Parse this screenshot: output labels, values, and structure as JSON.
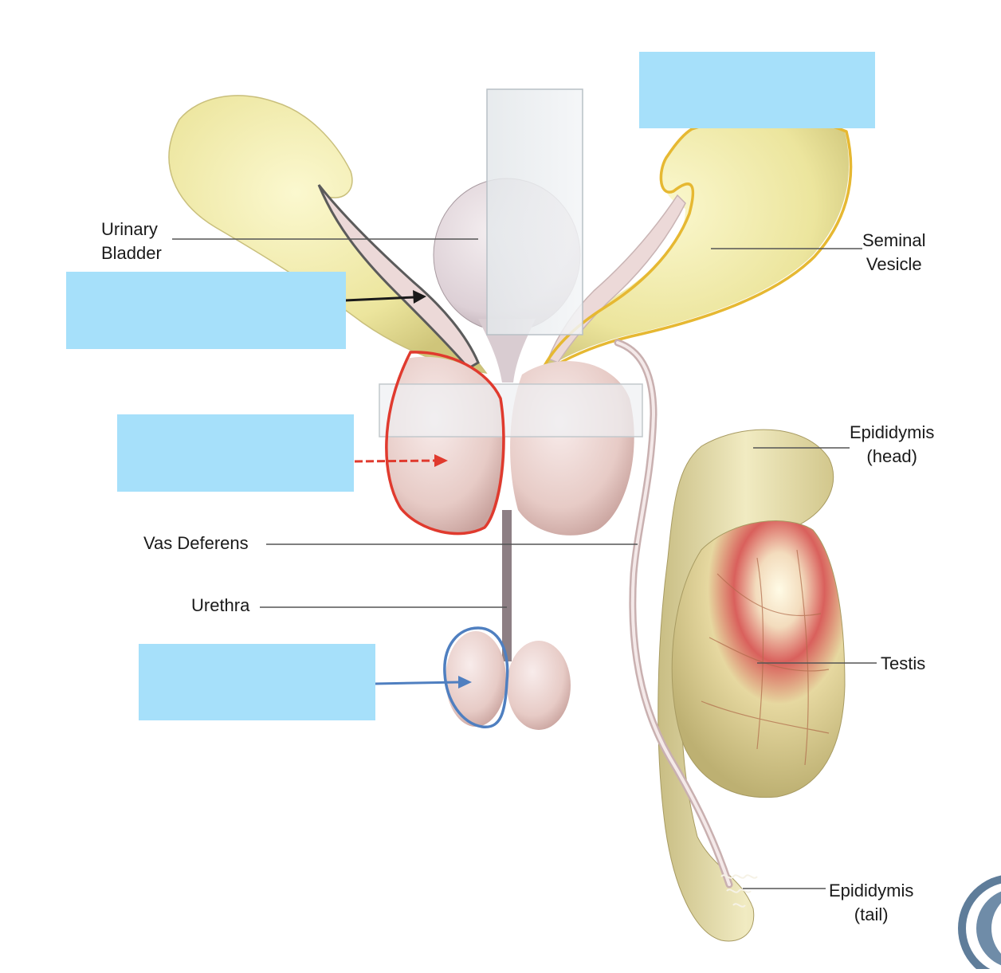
{
  "labels": {
    "urinary_bladder": "Urinary\nBladder",
    "seminal_vesicle": "Seminal\nVesicle",
    "epididymis_head": "Epididymis\n(head)",
    "vas_deferens": "Vas Deferens",
    "urethra": "Urethra",
    "testis": "Testis",
    "epididymis_tail": "Epididymis\n(tail)"
  },
  "blank_boxes": [
    {
      "id": "blank-box-top-right",
      "text": ""
    },
    {
      "id": "blank-box-ejaculatory-duct",
      "text": ""
    },
    {
      "id": "blank-box-prostate",
      "text": ""
    },
    {
      "id": "blank-box-bulbourethral",
      "text": ""
    }
  ],
  "colors": {
    "blank_box": "#a6e0fa",
    "seminal_vesicle_outline": "#e6b832",
    "prostate_outline": "#e03a2e",
    "bulbourethral_outline": "#4f7fc0",
    "ejaculatory_arrow": "#1a1a1a",
    "leader_line": "#555555",
    "gland_yellow": "#efeaa8",
    "tissue_pink": "#ecd3cf",
    "testis_red": "#c9434a"
  }
}
